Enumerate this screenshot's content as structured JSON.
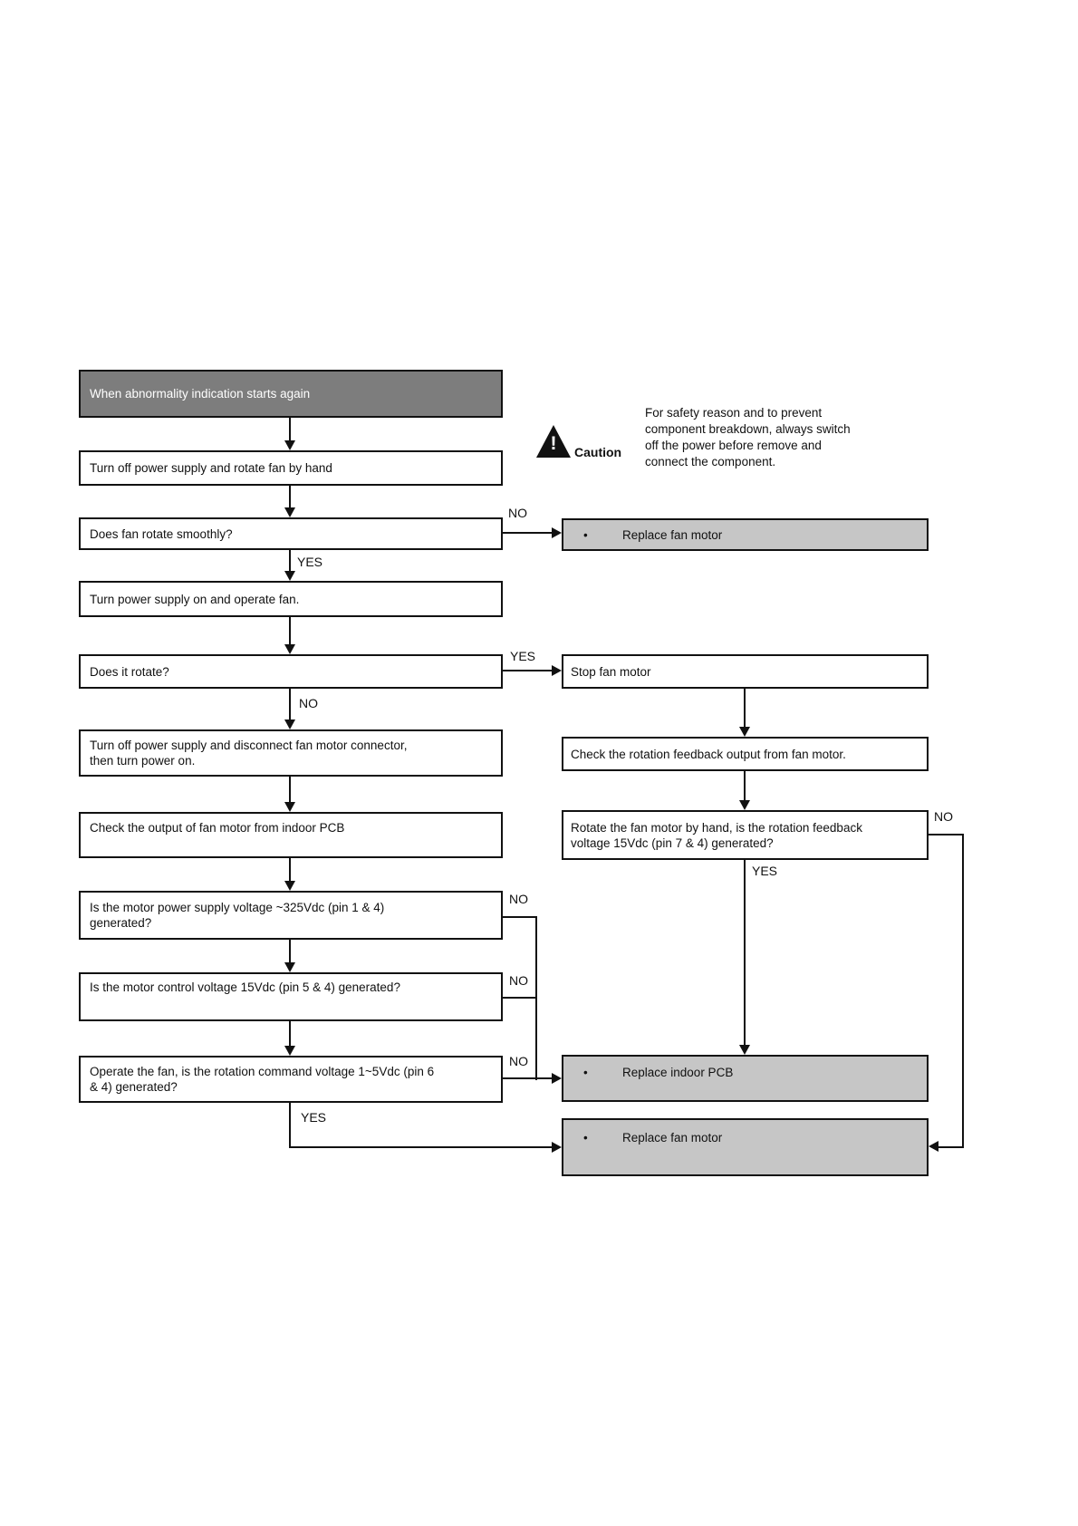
{
  "colors": {
    "page_bg": "#ffffff",
    "header_bg": "#7d7d7d",
    "header_text": "#ffffff",
    "action_bg": "#c6c6c6",
    "line_and_border": "#111111"
  },
  "caution": {
    "icon": "warning-triangle",
    "exclamation": "!",
    "label": "Caution",
    "text": "For safety reason and to prevent\ncomponent breakdown, always switch\noff the power before remove and\nconnect the component."
  },
  "flowchart": {
    "bullet": "•",
    "edge_labels": {
      "yes": "YES",
      "no": "NO"
    },
    "nodes": {
      "start": "When abnormality indication starts again",
      "turn_off_rotate": "Turn off power supply and rotate fan by hand",
      "does_rotate_smoothly": "Does fan rotate smoothly?",
      "turn_on_operate": "Turn power supply on and operate fan.",
      "does_it_rotate": "Does it rotate?",
      "disconnect_connector": "Turn off power supply and disconnect fan motor connector,\nthen turn power on.",
      "check_output_pcb": "Check the output of fan motor from indoor PCB",
      "power_supply_voltage": "Is the motor power supply voltage ~325Vdc (pin 1 & 4)\ngenerated?",
      "control_voltage": "Is the motor control voltage 15Vdc (pin 5 & 4) generated?",
      "command_voltage": "Operate the fan, is the rotation command voltage 1~5Vdc (pin 6\n& 4) generated?",
      "stop_fan_motor": "Stop fan motor",
      "check_feedback": "Check the rotation feedback output from fan motor.",
      "rotate_by_hand": "Rotate the fan motor by hand, is the rotation feedback\nvoltage 15Vdc (pin 7 & 4) generated?"
    },
    "actions": {
      "replace_fan_motor_1": "Replace fan motor",
      "replace_indoor_pcb": "Replace indoor PCB",
      "replace_fan_motor_2": "Replace fan motor"
    }
  }
}
